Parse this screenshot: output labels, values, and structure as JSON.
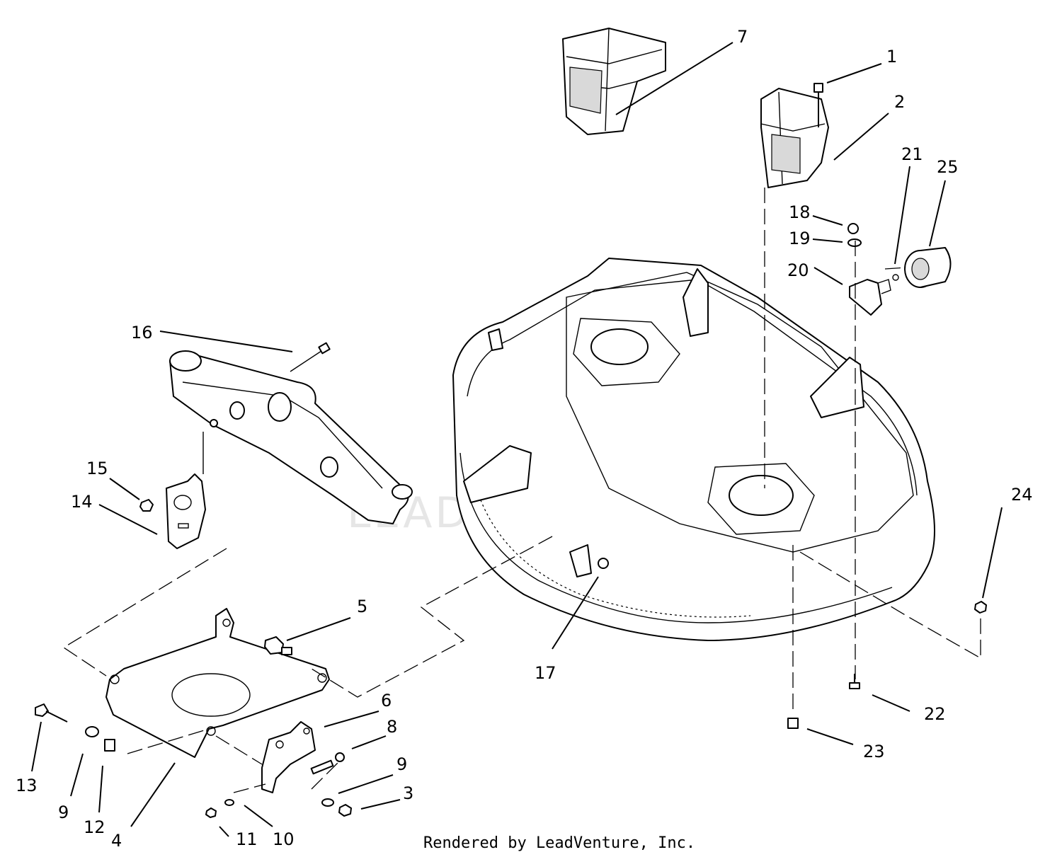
{
  "callouts": {
    "c1": "1",
    "c2": "2",
    "c3": "3",
    "c4": "4",
    "c5": "5",
    "c6": "6",
    "c7": "7",
    "c8": "8",
    "c9a": "9",
    "c9b": "9",
    "c10": "10",
    "c11": "11",
    "c12": "12",
    "c13": "13",
    "c14": "14",
    "c15": "15",
    "c16": "16",
    "c17": "17",
    "c18": "18",
    "c19": "19",
    "c20": "20",
    "c21": "21",
    "c22": "22",
    "c23": "23",
    "c24": "24",
    "c25": "25"
  },
  "footer": {
    "credit": "Rendered by LeadVenture, Inc."
  },
  "watermark": {
    "text": "LEADVENTURE"
  }
}
